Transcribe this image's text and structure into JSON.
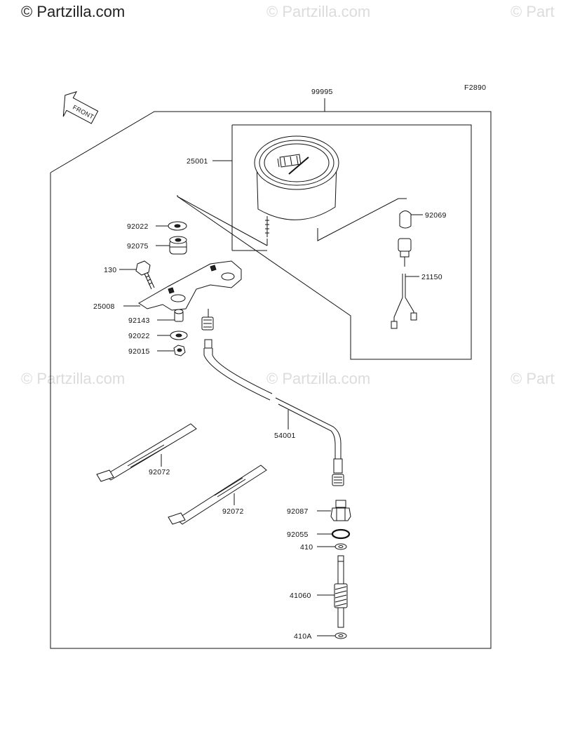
{
  "watermark": {
    "main": "© Partzilla.com",
    "faint": "© Partzilla.com",
    "faint_cut": "© Part"
  },
  "figure_code": "F2890",
  "front_arrow_label": "FRONT",
  "callouts": {
    "assembly": "99995",
    "meter": "25001",
    "bulb": "92069",
    "wiring": "21150",
    "washer_top": "92022",
    "damper": "92075",
    "bolt": "130",
    "bracket": "25008",
    "collar": "92143",
    "washer_bottom": "92022",
    "nut": "92015",
    "cable": "54001",
    "band_1": "92072",
    "band_2": "92072",
    "fitting": "92087",
    "o_ring": "92055",
    "washer_410": "410",
    "gear": "41060",
    "washer_410a": "410A"
  }
}
